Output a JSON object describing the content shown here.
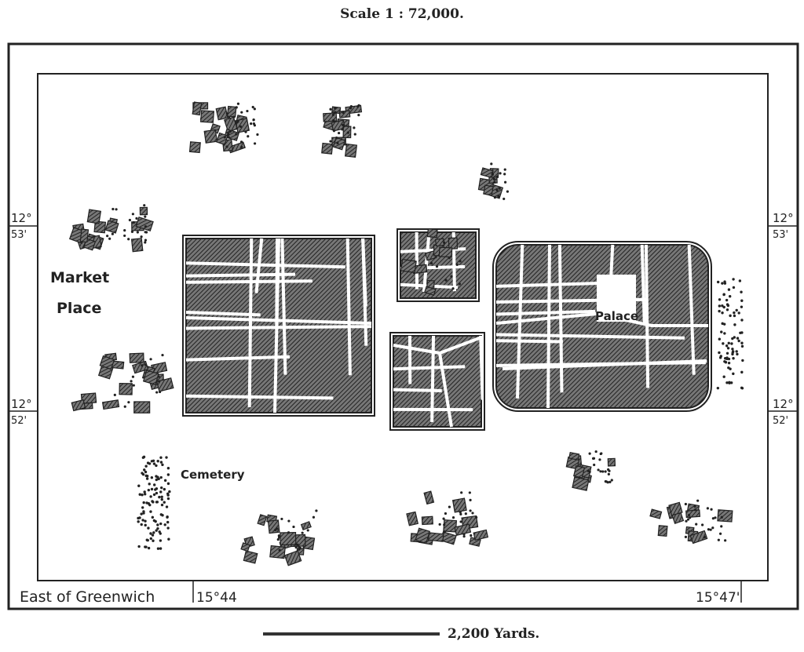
{
  "title": "Scale 1 : 72,000.",
  "scale_bar": {
    "label": "2,200 Yards."
  },
  "labels": {
    "market": "Market",
    "place": "Place",
    "palace": "Palace",
    "cemetery": "Cemetery",
    "meridian_note": "East of Greenwich"
  },
  "longitudes": {
    "left": "15°44",
    "right": "15°47'"
  },
  "latitudes": {
    "upper": {
      "deg": "12°",
      "min": "53'"
    },
    "lower": {
      "deg": "12°",
      "min": "52'"
    }
  }
}
